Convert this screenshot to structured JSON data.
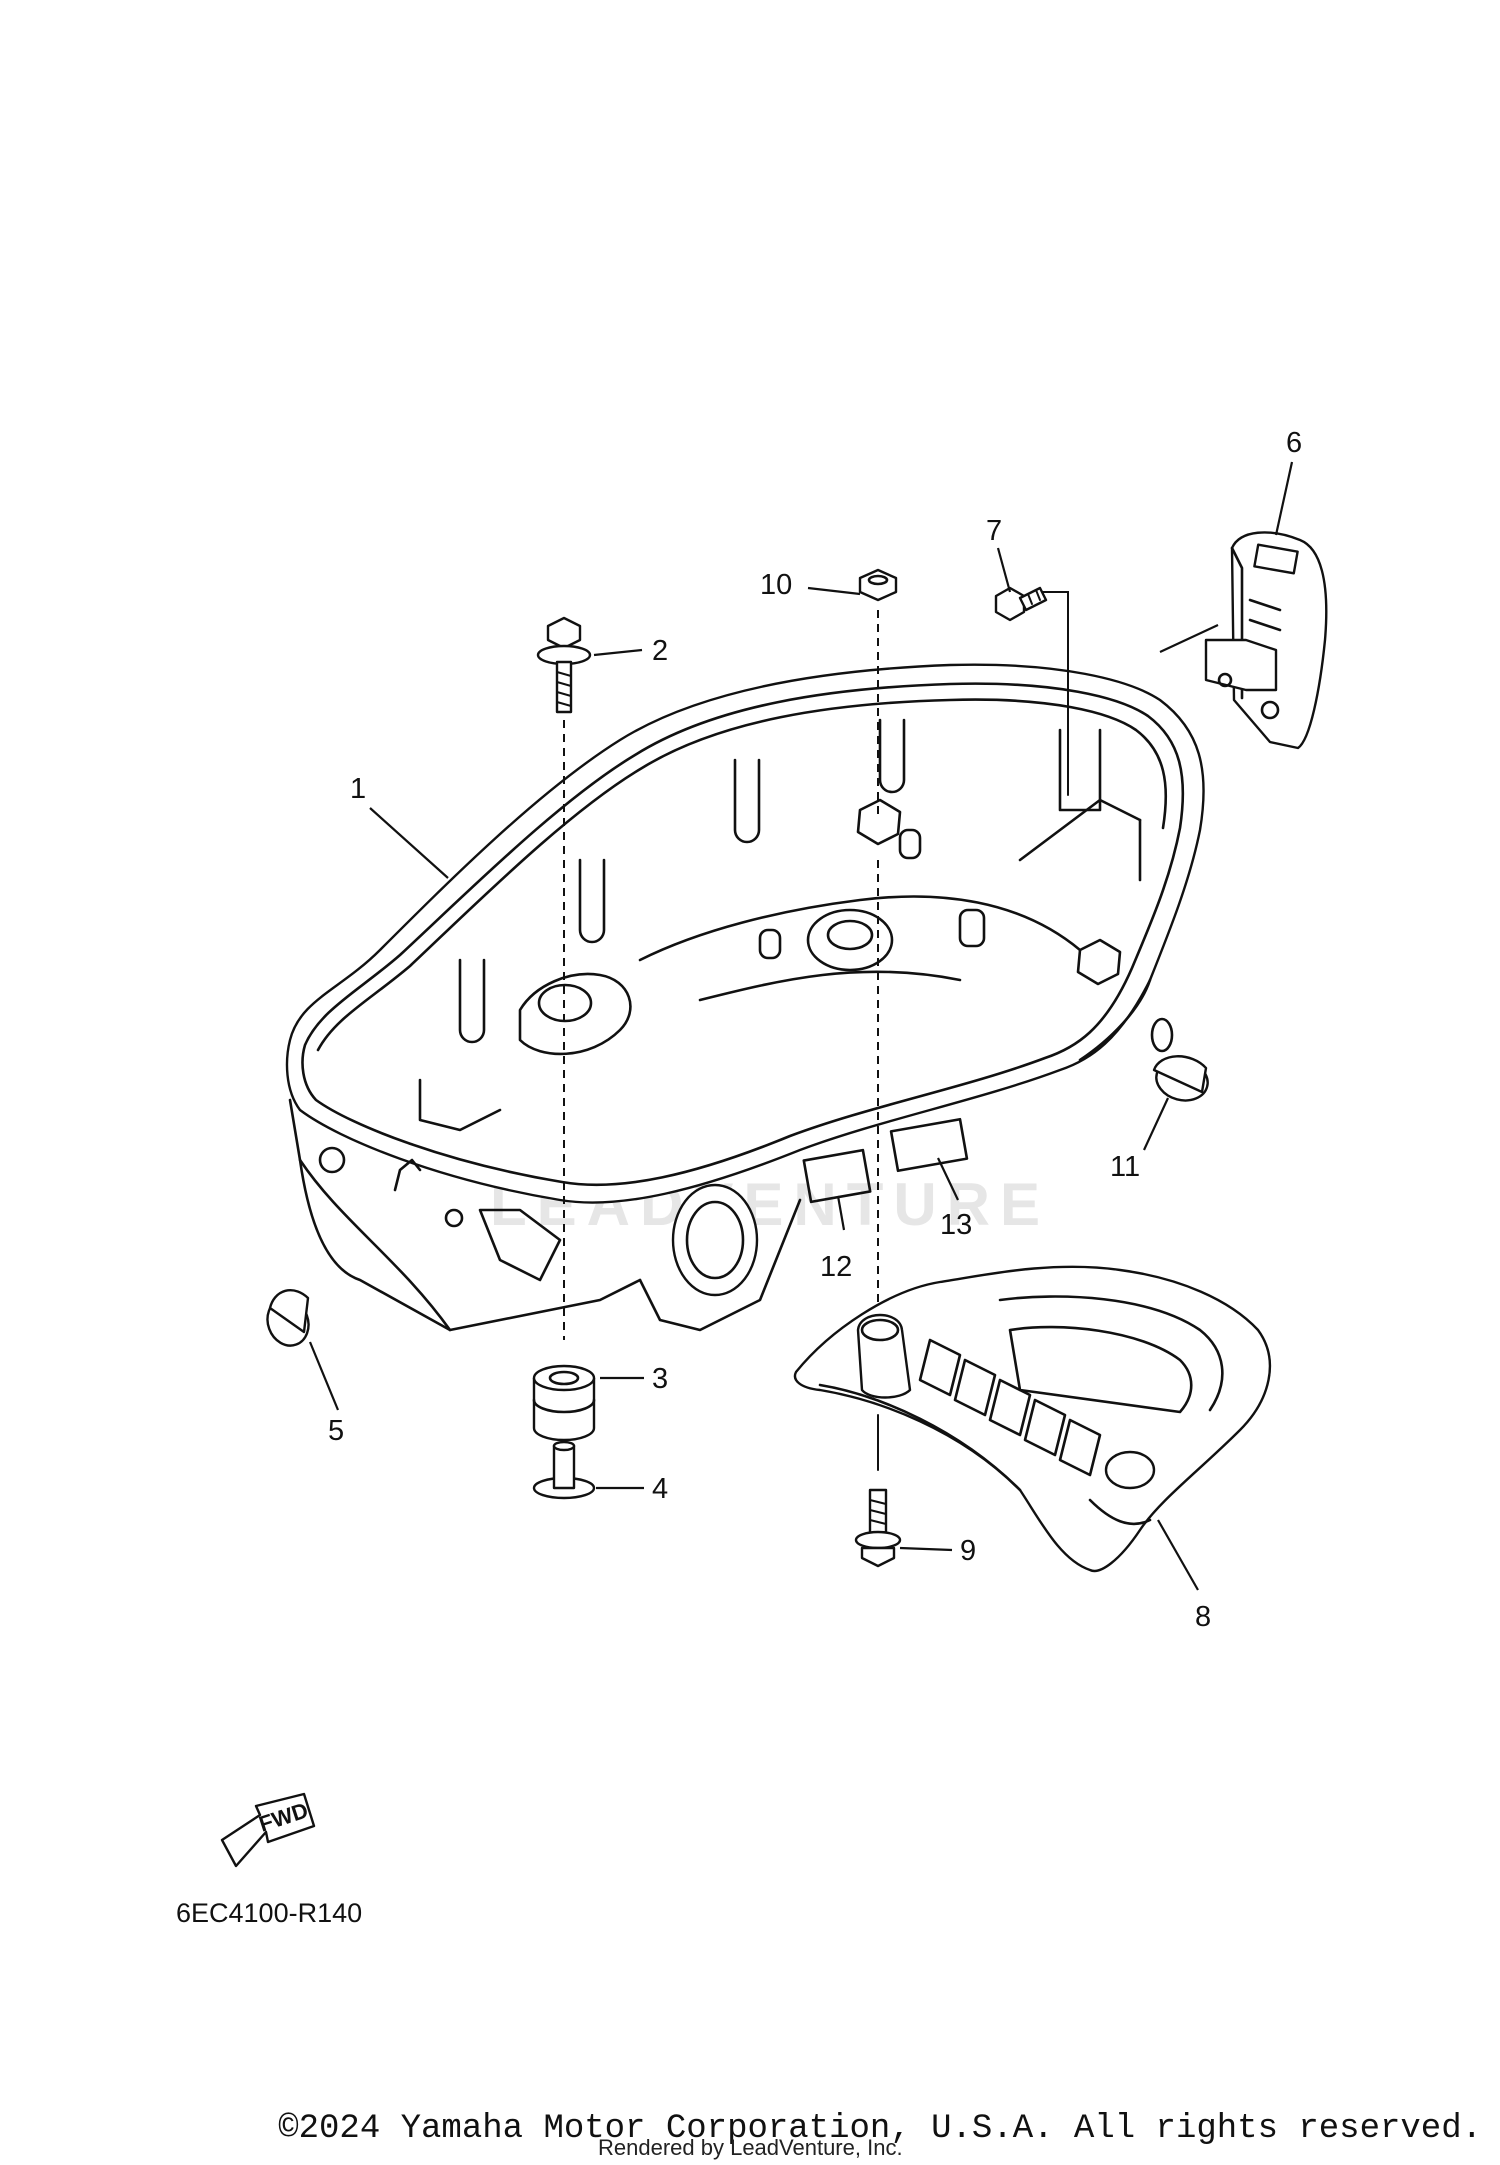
{
  "callouts": {
    "c1": "1",
    "c2": "2",
    "c3": "3",
    "c4": "4",
    "c5": "5",
    "c6": "6",
    "c7": "7",
    "c8": "8",
    "c9": "9",
    "c10": "10",
    "c11": "11",
    "c12": "12",
    "c13": "13"
  },
  "fwd_label": "FWD",
  "diagram_code": "6EC4100-R140",
  "watermark_text": "LEADVENTURE",
  "copyright": "©2024 Yamaha Motor Corporation, U.S.A. All rights reserved.",
  "rendered_by": "Rendered by LeadVenture, Inc."
}
